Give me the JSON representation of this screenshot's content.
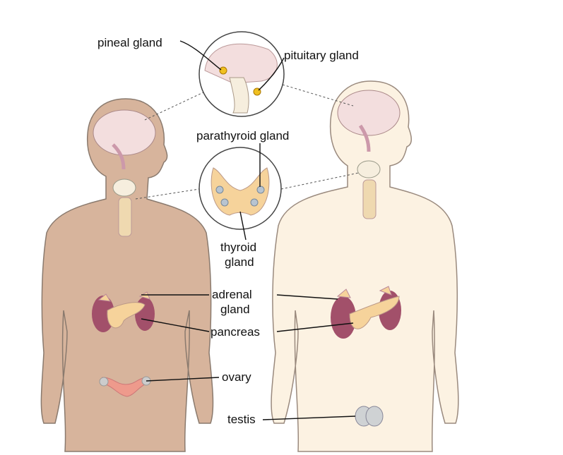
{
  "labels": {
    "pineal": "pineal gland",
    "pituitary": "pituitary gland",
    "parathyroid": "parathyroid gland",
    "thyroid_1": "thyroid",
    "thyroid_2": "gland",
    "adrenal_1": "adrenal",
    "adrenal_2": "gland",
    "pancreas": "pancreas",
    "ovary": "ovary",
    "testis": "testis"
  },
  "colors": {
    "female_skin": "#d7b49c",
    "male_skin": "#fcf2e2",
    "outline": "#8a7a6e",
    "gland": "#f6d39b",
    "kidney": "#a2506a",
    "ovary": "#ee9a8c",
    "brain": "#f3dede"
  }
}
